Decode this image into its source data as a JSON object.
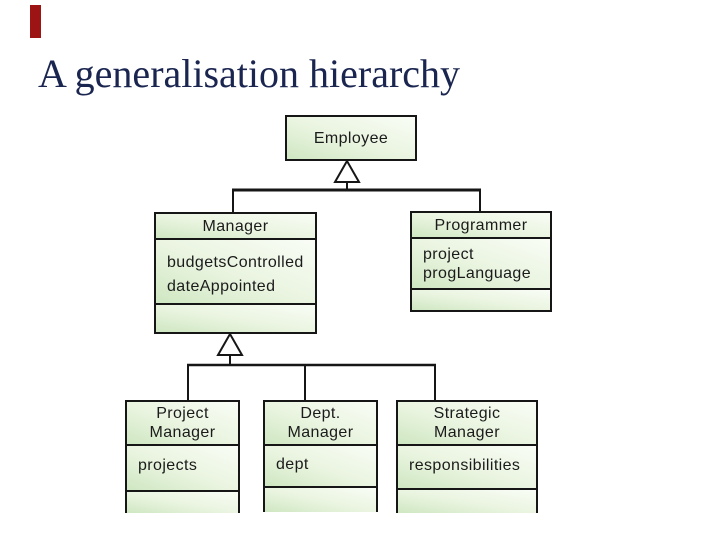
{
  "slide": {
    "title": "A generalisation hierarchy"
  },
  "style": {
    "bookmark_color": "#9c1414",
    "title_color": "#1a2550",
    "box_fill_light": "#f9fdf6",
    "box_fill_green": "#cfe7c2",
    "box_border_color": "#161616"
  },
  "diagram": {
    "type": "uml-class-generalisation-hierarchy",
    "classes": [
      {
        "name": "Employee",
        "attributes": []
      },
      {
        "name": "Manager",
        "attributes": [
          "budgetsControlled",
          "dateAppointed"
        ]
      },
      {
        "name": "Programmer",
        "attributes": [
          "project",
          "progLanguage"
        ]
      },
      {
        "name_lines": [
          "Project",
          "Manager"
        ],
        "attributes": [
          "projects"
        ]
      },
      {
        "name_lines": [
          "Dept.",
          "Manager"
        ],
        "attributes": [
          "dept"
        ]
      },
      {
        "name_lines": [
          "Strategic",
          "Manager"
        ],
        "attributes": [
          "responsibilities"
        ]
      }
    ],
    "relations": [
      {
        "parent": "Employee",
        "children": [
          "Manager",
          "Programmer"
        ]
      },
      {
        "parent": "Manager",
        "children": [
          "Project Manager",
          "Dept. Manager",
          "Strategic Manager"
        ]
      }
    ]
  }
}
